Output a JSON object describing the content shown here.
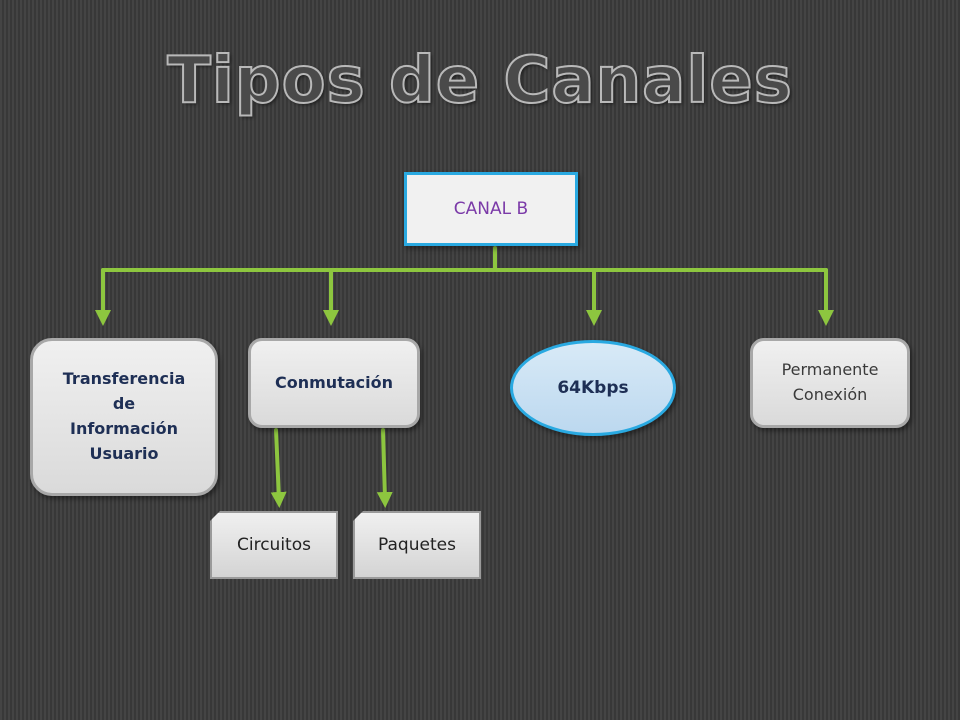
{
  "title": "Tipos de Canales",
  "nodes": {
    "canal": "CANAL B",
    "transfer_lines": [
      "Transferencia",
      "de",
      "Información",
      "Usuario"
    ],
    "conmutacion": "Conmutación",
    "kbps": "64Kbps",
    "permanente_lines": [
      "Permanente",
      "Conexión"
    ],
    "circuitos": "Circuitos",
    "paquetes": "Paquetes"
  },
  "colors": {
    "connector": "#8dc63f",
    "canal_border": "#29a9e1",
    "canal_text": "#7b3aa8",
    "node_text": "#1e2f55"
  }
}
